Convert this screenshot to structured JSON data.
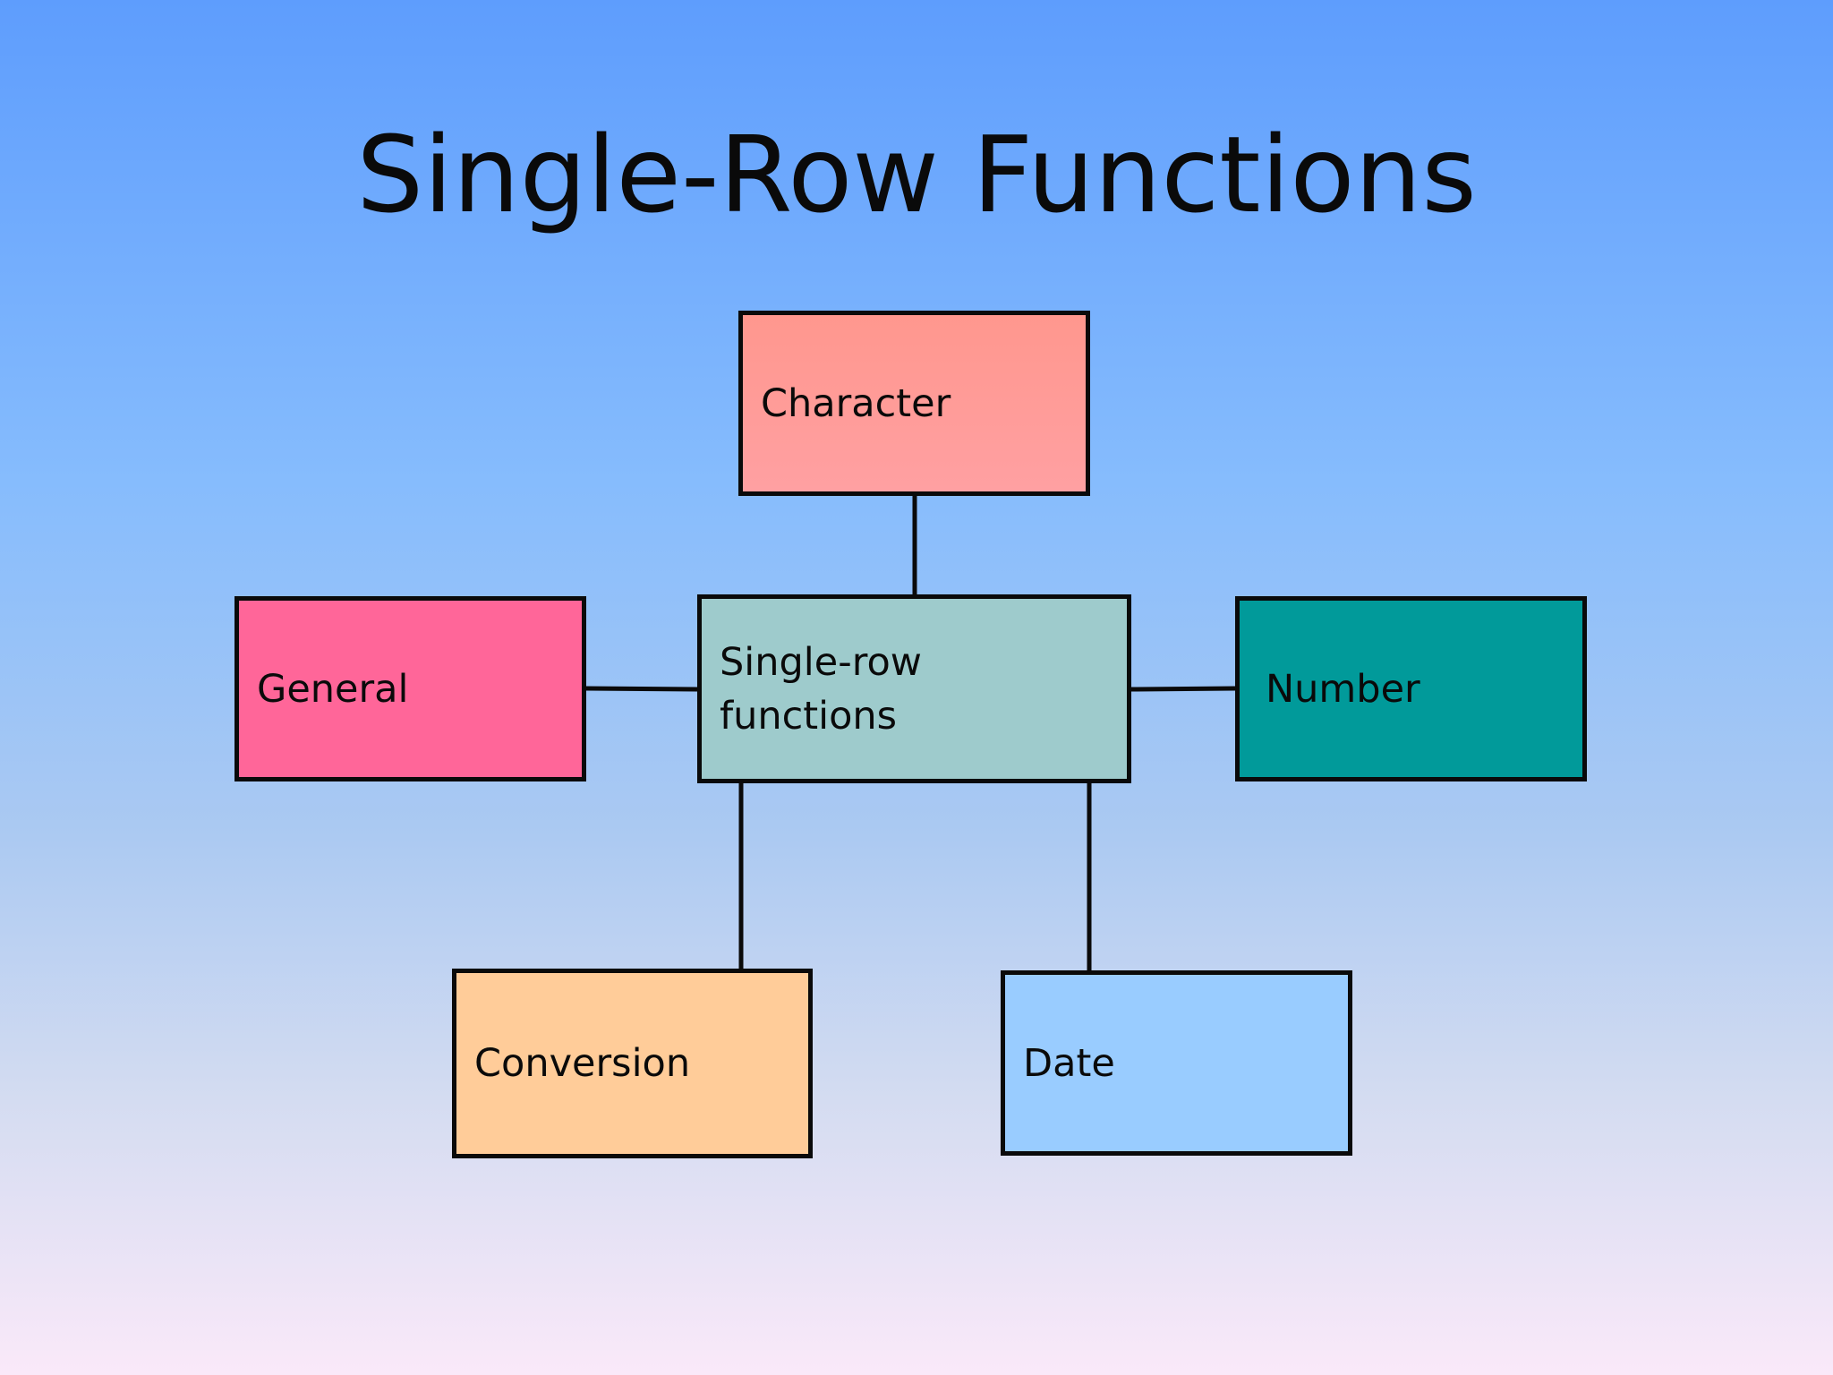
{
  "title": "Single-Row Functions",
  "nodes": {
    "character": {
      "label": "Character",
      "color": "#ff9a94"
    },
    "center": {
      "line1": "Single-row",
      "line2": "functions",
      "color": "#9ecbcc"
    },
    "general": {
      "label": "General",
      "color": "#ff6699"
    },
    "number": {
      "label": "Number",
      "color": "#019a9a"
    },
    "conversion": {
      "label": "Conversion",
      "color": "#ffcc99"
    },
    "date": {
      "label": "Date",
      "color": "#99ccff"
    }
  },
  "edges": [
    {
      "from": "center",
      "to": "character"
    },
    {
      "from": "center",
      "to": "general"
    },
    {
      "from": "center",
      "to": "number"
    },
    {
      "from": "center",
      "to": "conversion"
    },
    {
      "from": "center",
      "to": "date"
    }
  ]
}
